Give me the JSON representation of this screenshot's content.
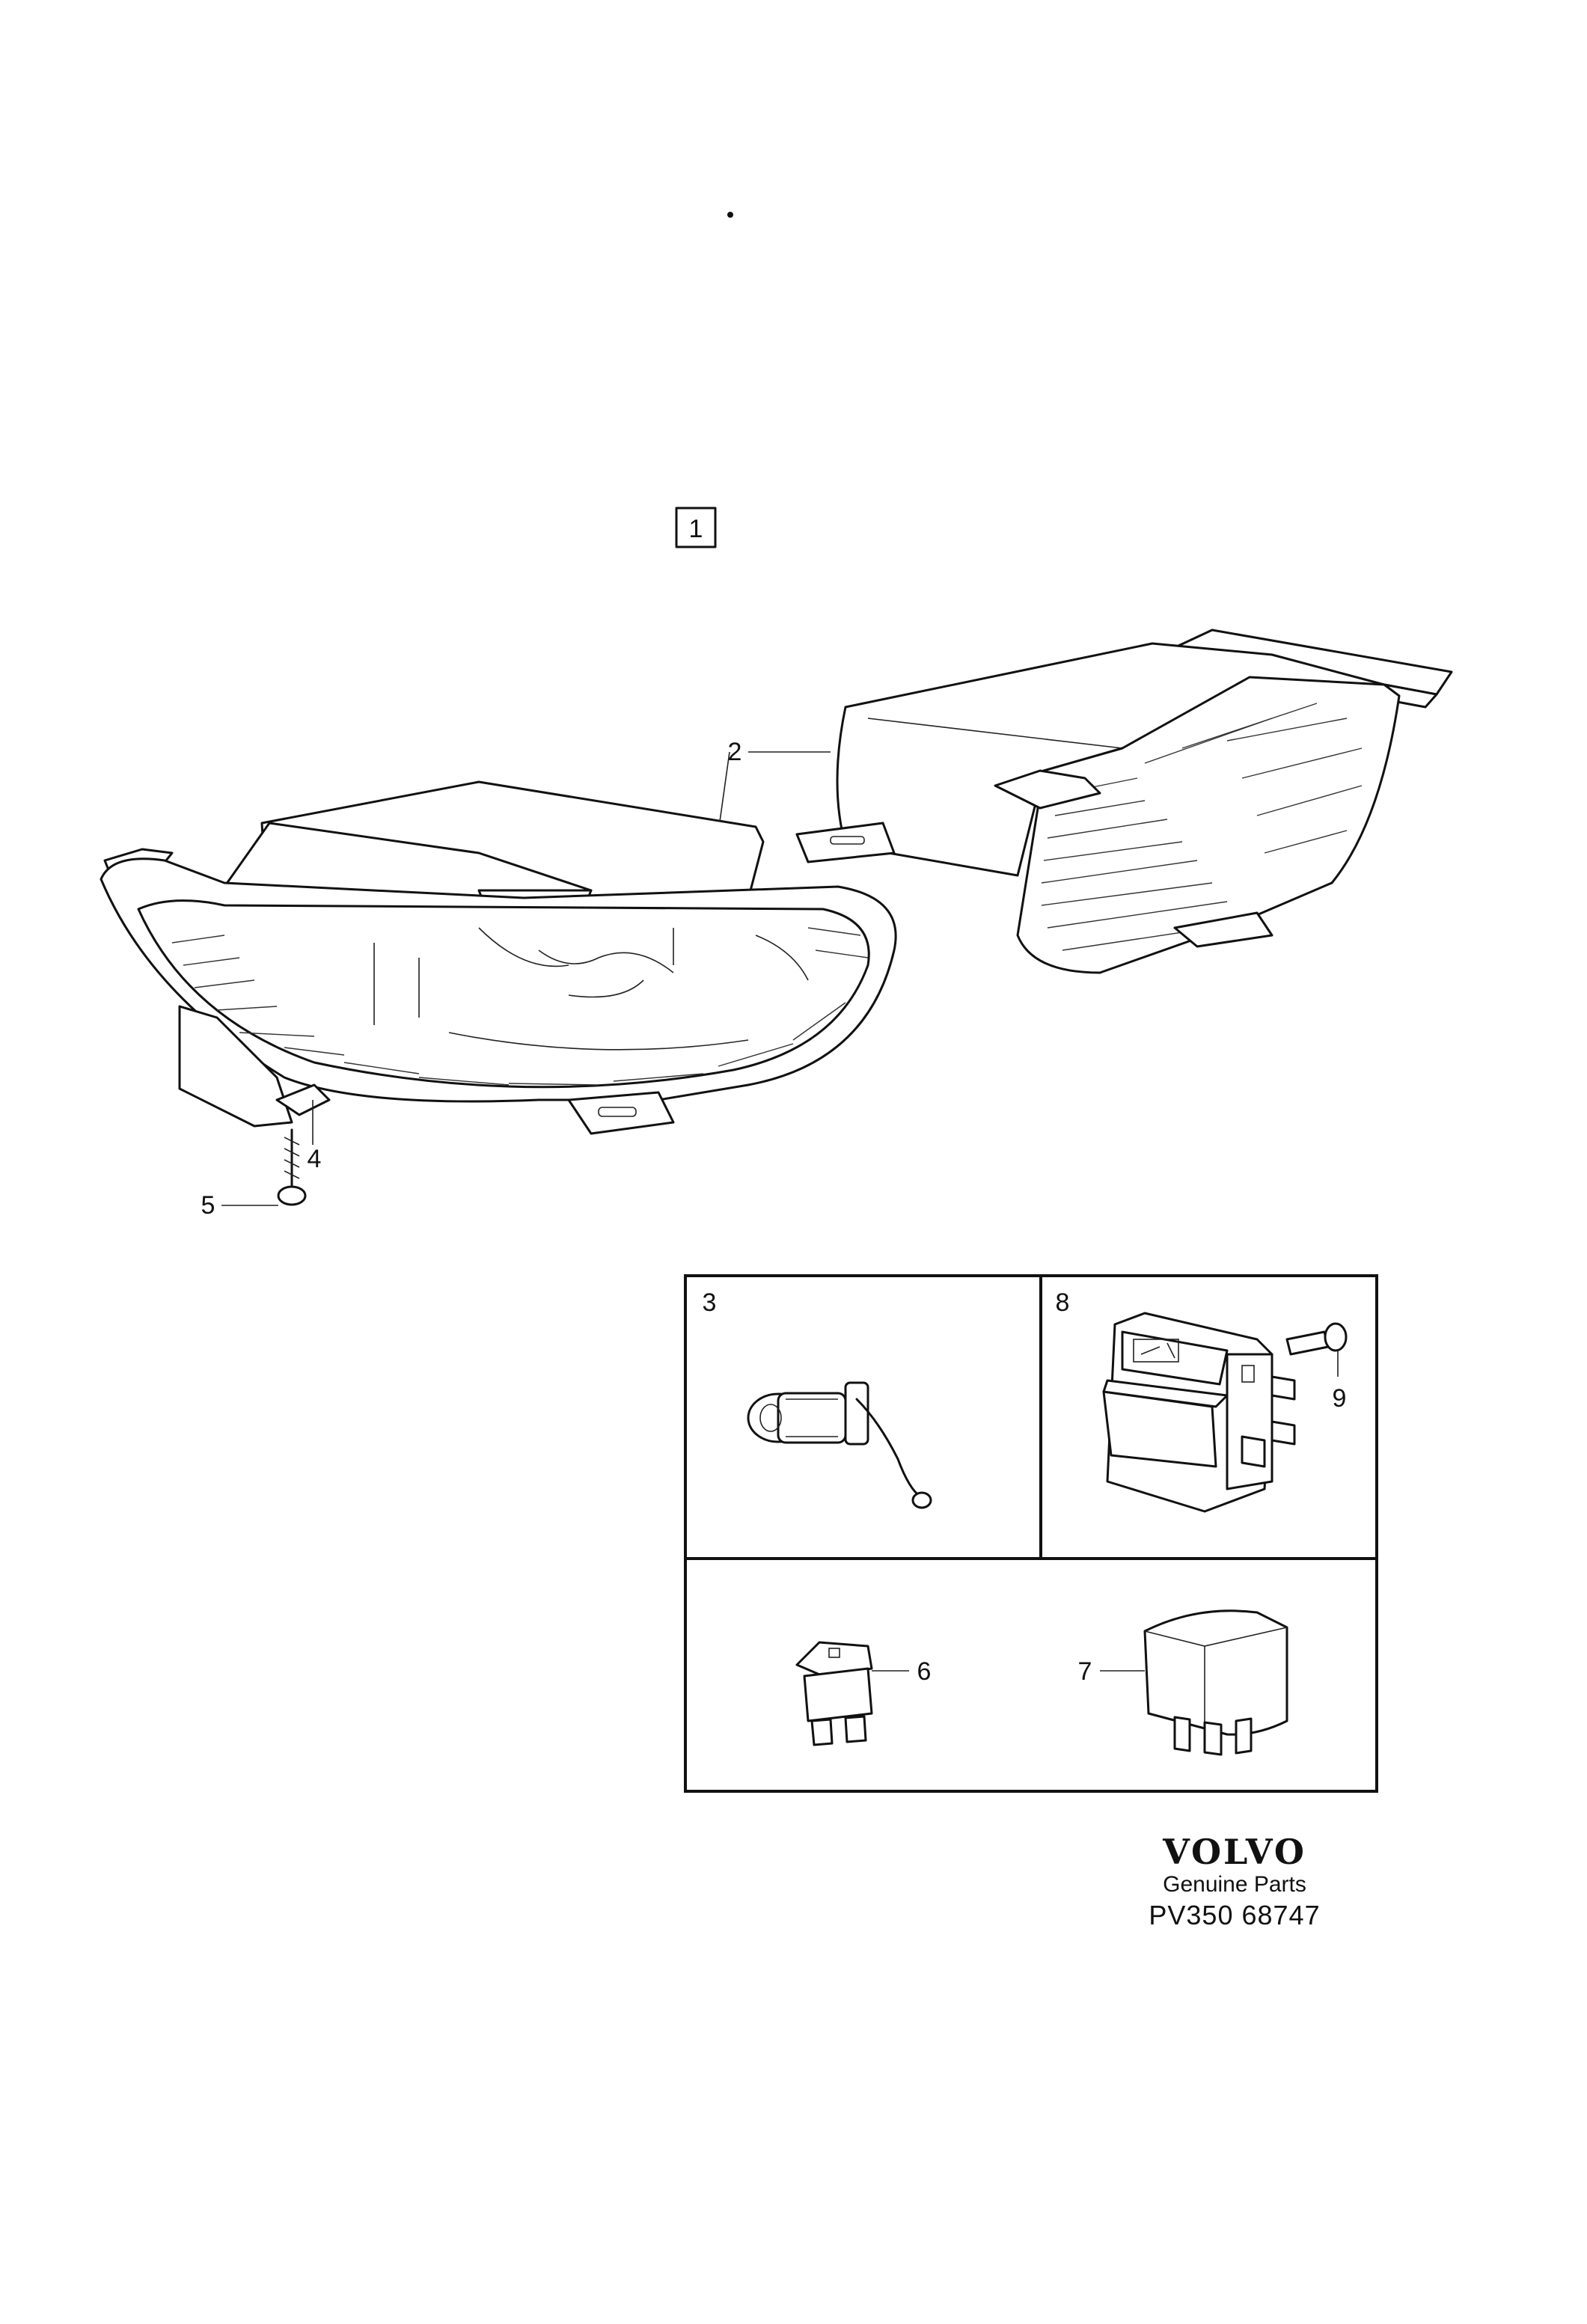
{
  "callouts": {
    "c1": "1",
    "c2": "2",
    "c3": "3",
    "c4": "4",
    "c5": "5",
    "c6": "6",
    "c7": "7",
    "c8": "8",
    "c9": "9"
  },
  "brand": {
    "logo": "VOLVO",
    "subtitle": "Genuine Parts",
    "code": "PV350 68747"
  }
}
